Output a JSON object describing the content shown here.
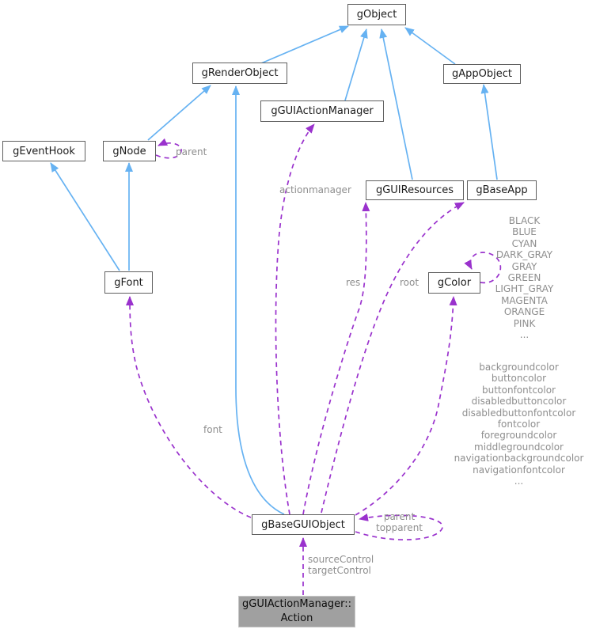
{
  "diagram": {
    "type": "collaboration-diagram",
    "focus_class": "gGUIActionManager::Action",
    "colors": {
      "background": "#ffffff",
      "inheritance_edge": "#66b2f2",
      "usage_edge": "#9a32cd",
      "node_fill": "#ffffff",
      "node_border": "#5f5f5f",
      "node_text": "#1c1c1c",
      "focus_node_fill": "#a0a0a0",
      "focus_node_border": "#c6c6c6",
      "edge_label_text": "#8e8e8e"
    },
    "nodes": {
      "gobject": {
        "label": "gObject"
      },
      "grenderobject": {
        "label": "gRenderObject"
      },
      "gguiactionmanager": {
        "label": "gGUIActionManager"
      },
      "gappobject": {
        "label": "gAppObject"
      },
      "geventhook": {
        "label": "gEventHook"
      },
      "gnode": {
        "label": "gNode"
      },
      "gguiresources": {
        "label": "gGUIResources"
      },
      "gbaseapp": {
        "label": "gBaseApp"
      },
      "gfont": {
        "label": "gFont"
      },
      "gcolor": {
        "label": "gColor"
      },
      "gbaseguiobject": {
        "label": "gBaseGUIObject"
      },
      "action": {
        "label_line1": "gGUIActionManager::",
        "label_line2": "Action"
      }
    },
    "edge_labels": {
      "gnode_self": "parent",
      "actionmanager": "actionmanager",
      "res": "res",
      "root": "root",
      "font": "font",
      "gbasegui_self_line1": "parent",
      "gbasegui_self_line2": "topparent",
      "action_to_gbasegui_line1": "sourceControl",
      "action_to_gbasegui_line2": "targetControl",
      "gcolor_constants": [
        "BLACK",
        "BLUE",
        "CYAN",
        "DARK_GRAY",
        "GRAY",
        "GREEN",
        "LIGHT_GRAY",
        "MAGENTA",
        "ORANGE",
        "PINK",
        "..."
      ],
      "gcolor_members": [
        "backgroundcolor",
        "buttoncolor",
        "buttonfontcolor",
        "disabledbuttoncolor",
        "disabledbuttonfontcolor",
        "fontcolor",
        "foregroundcolor",
        "middlegroundcolor",
        "navigationbackgroundcolor",
        "navigationfontcolor",
        "..."
      ]
    }
  }
}
